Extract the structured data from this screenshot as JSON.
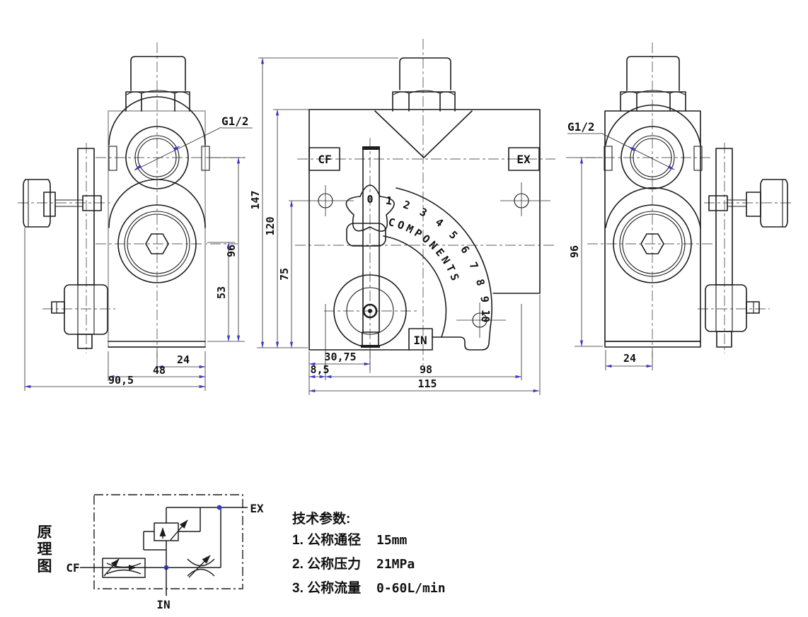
{
  "colors": {
    "line": "#1c1c1c",
    "accent_blue": "#3a3ac8",
    "body_gray": "#a8a8a8"
  },
  "views": {
    "left": {
      "thread_label": "G1/2",
      "dims": {
        "v96": "96",
        "v53": "53",
        "h24": "24",
        "h48": "48",
        "h90_5": "90,5"
      }
    },
    "front": {
      "port_cf": "CF",
      "port_ex": "EX",
      "port_in": "IN",
      "scale_marks": [
        "0",
        "1",
        "2",
        "3",
        "4",
        "5",
        "6",
        "7",
        "8",
        "9",
        "10"
      ],
      "scale_arc_text": "COMPONENTS",
      "dims": {
        "v147": "147",
        "v120": "120",
        "v75": "75",
        "h30_75": "30,75",
        "h8_5": "8,5",
        "h98": "98",
        "h115": "115"
      }
    },
    "right": {
      "thread_label": "G1/2",
      "dims": {
        "v96": "96",
        "h24": "24"
      }
    }
  },
  "schematic": {
    "title_chars": [
      "原",
      "理",
      "图"
    ],
    "port_cf": "CF",
    "port_ex": "EX",
    "port_in": "IN"
  },
  "tech_params": {
    "title": "技术参数:",
    "items": [
      {
        "label": "1. 公称通径",
        "value": "15mm"
      },
      {
        "label": "2. 公称压力",
        "value": "21MPa"
      },
      {
        "label": "3. 公称流量",
        "value": "0-60L/min"
      }
    ]
  }
}
